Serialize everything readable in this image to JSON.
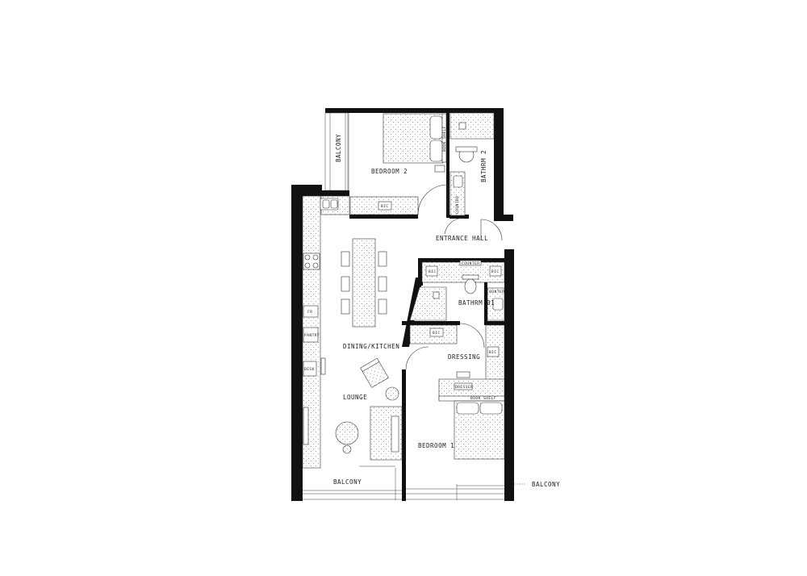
{
  "rooms": {
    "bedroom2": "BEDROOM 2",
    "bathrm2": "BATHRM 2",
    "balcony_top": "BALCONY",
    "entrance_hall": "ENTRANCE HALL",
    "bathrm1": "BATHRM 01",
    "dining_kitchen": "DINING/KITCHEN",
    "dressing": "DRESSING",
    "lounge": "LOUNGE",
    "bedroom1": "BEDROOM 1",
    "balcony_bottom": "BALCONY",
    "balcony_right": "BALCONY"
  },
  "fixtures": {
    "bic_bed2": "BIC",
    "book_shelf_bed2": "BOOK SHELF",
    "counter_bath2": "COUNTER",
    "counter_bath1_top": "COUNTER",
    "counter_bath1_side": "COUNTER",
    "bic_hall_left": "BIC",
    "bic_hall_right": "BIC",
    "bic_dressing_left": "BIC",
    "bic_dressing_right": "BIC",
    "dresser": "DRESSER",
    "book_shelf_bed1": "BOOK SHELF",
    "fr": "FR",
    "pantry": "PANTRY",
    "desk": "DESK"
  }
}
